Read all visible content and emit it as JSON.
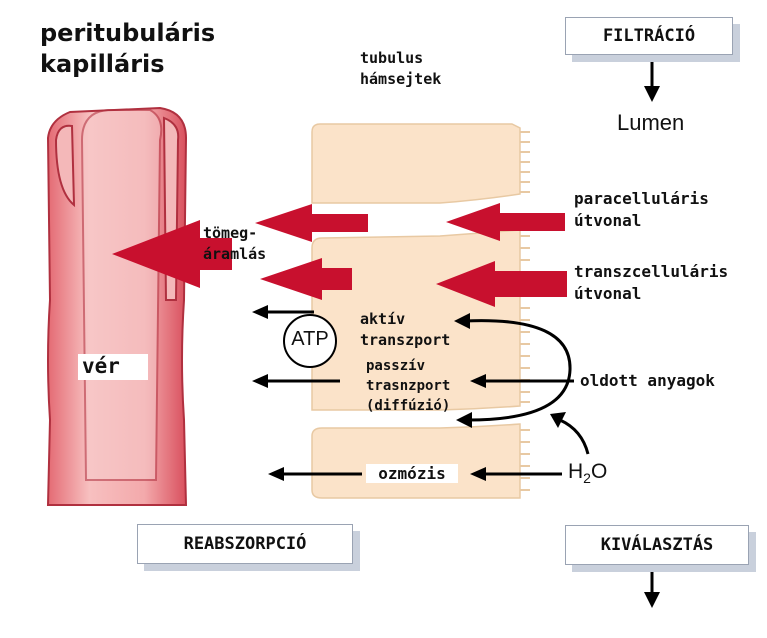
{
  "title": {
    "line1": "peritubuláris",
    "line2": "kapilláris"
  },
  "tubule_label": {
    "line1": "tubulus",
    "line2": "hámsejtek"
  },
  "boxes": {
    "filtration": "FILTRÁCIÓ",
    "reabsorption": "REABSZORPCIÓ",
    "secretion": "KIVÁLASZTÁS"
  },
  "lumen": "Lumen",
  "blood": "vér",
  "bulk_flow": {
    "line1": "tömeg-",
    "line2": "áramlás"
  },
  "paracellular": {
    "line1": "paracelluláris",
    "line2": "útvonal"
  },
  "transcellular": {
    "line1": "transzcelluláris",
    "line2": "útvonal"
  },
  "atp": "ATP",
  "active_transport": {
    "line1": "aktív",
    "line2": "transzport"
  },
  "passive_transport": {
    "line1": "passzív",
    "line2": "trasnzport",
    "line3": "(diffúzió)"
  },
  "solutes": "oldott anyagok",
  "osmosis": "ozmózis",
  "water": {
    "main": "H",
    "sub": "2",
    "tail": "O"
  },
  "colors": {
    "red_arrow": "#c8102e",
    "vessel": "#f2a6a6",
    "vessel_dark": "#c0394a",
    "cells": "#fbe3c9",
    "cell_border": "#e8c9a3",
    "box_shadow": "#c9d0dc"
  }
}
